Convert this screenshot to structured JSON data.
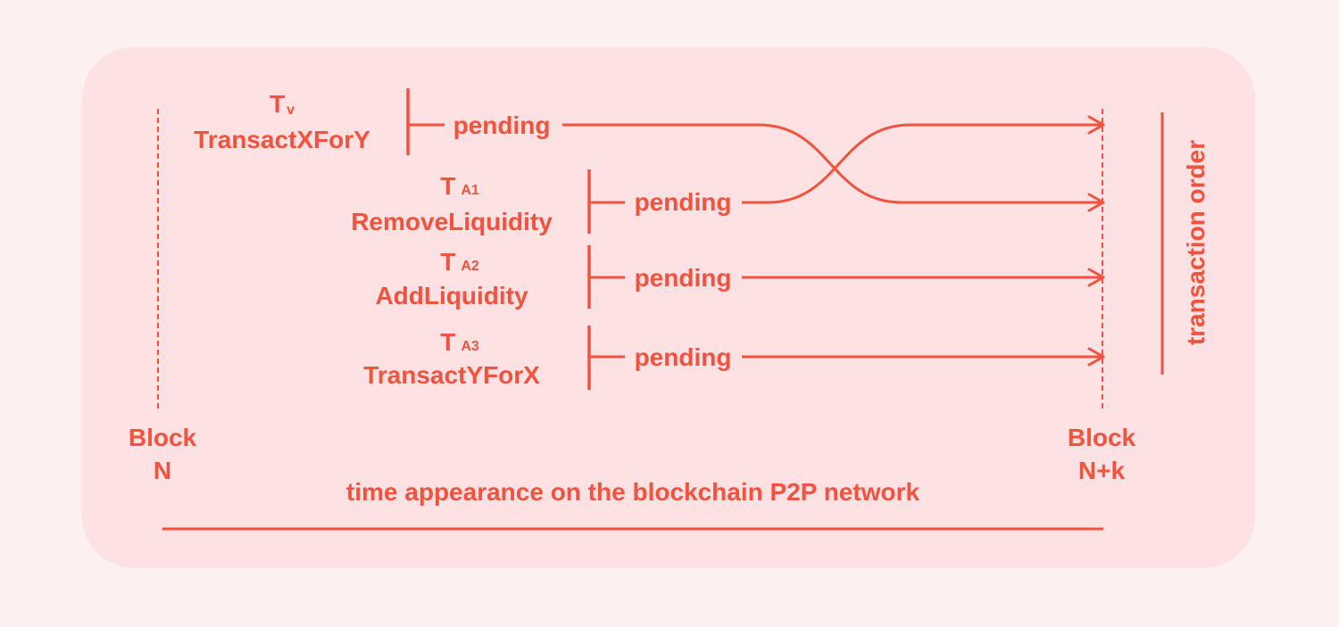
{
  "block_start": {
    "line1": "Block",
    "line2": "N"
  },
  "block_end": {
    "line1": "Block",
    "line2": "N+k"
  },
  "transactions": [
    {
      "symbol": "T",
      "subscript": "v",
      "name": "TransactXForY",
      "status": "pending"
    },
    {
      "symbol": "T",
      "subscript": "A1",
      "name": "RemoveLiquidity",
      "status": "pending"
    },
    {
      "symbol": "T",
      "subscript": "A2",
      "name": "AddLiquidity",
      "status": "pending"
    },
    {
      "symbol": "T",
      "subscript": "A3",
      "name": "TransactYForX",
      "status": "pending"
    }
  ],
  "x_axis_label": "time appearance on the blockchain P2P network",
  "y_axis_label": "transaction order",
  "colors": {
    "accent": "#f2533e",
    "panel": "#fde1e3",
    "background": "#fdf0f0"
  }
}
